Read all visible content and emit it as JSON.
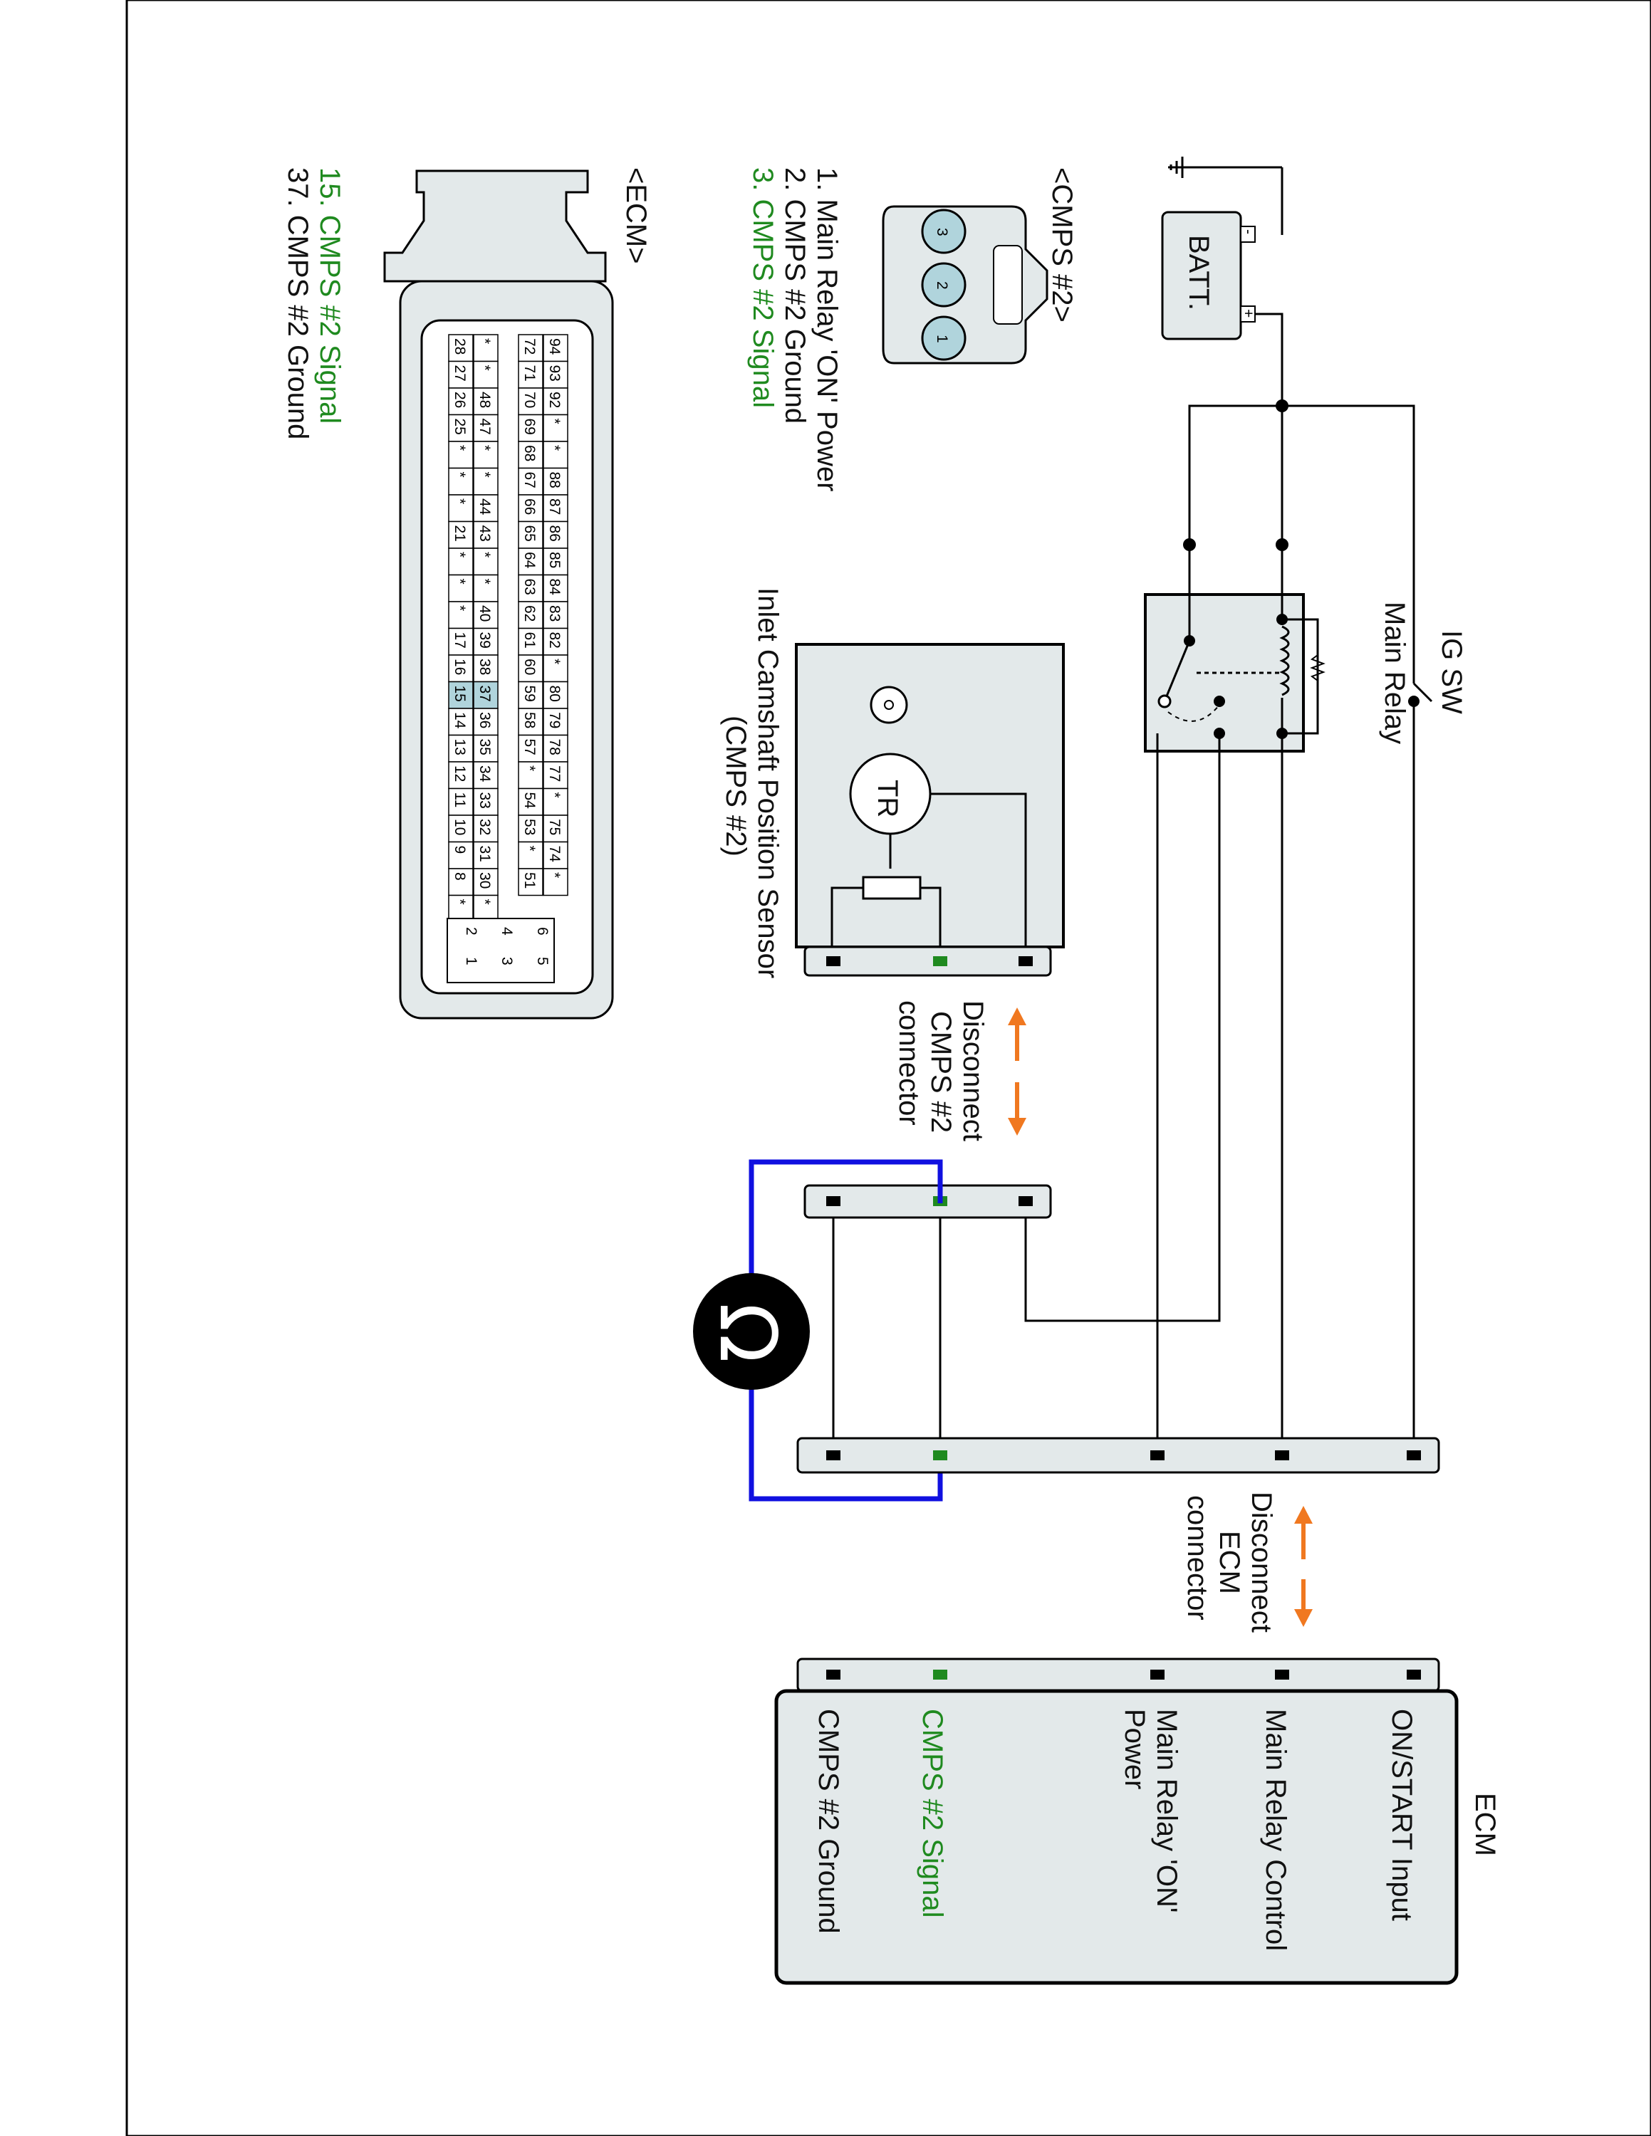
{
  "battery": {
    "label": "BATT.",
    "minus": "-",
    "plus": "+"
  },
  "ig_switch": {
    "label": "IG SW"
  },
  "main_relay": {
    "label": "Main Relay"
  },
  "sensor": {
    "title_line1": "Inlet Camshaft Position Sensor",
    "title_line2": "(CMPS #2)",
    "tr_label": "TR"
  },
  "disconnect_cmps": {
    "line1": "Disconnect",
    "line2": "CMPS #2",
    "line3": "connector"
  },
  "disconnect_ecm": {
    "line1": "Disconnect",
    "line2": "ECM",
    "line3": "connector"
  },
  "ohmmeter": {
    "symbol": "Ω"
  },
  "ecm_box": {
    "title": "ECM",
    "terminals": [
      {
        "lines": [
          "ON/START Input"
        ],
        "highlight": false
      },
      {
        "lines": [
          "Main Relay Control"
        ],
        "highlight": false
      },
      {
        "lines": [
          "Main Relay 'ON'",
          "Power"
        ],
        "highlight": false
      },
      {
        "lines": [
          "CMPS #2 Signal"
        ],
        "highlight": true
      },
      {
        "lines": [
          "CMPS #2 Ground"
        ],
        "highlight": false
      }
    ]
  },
  "cmps_connector": {
    "title": "<CMPS #2>",
    "pins": [
      "3",
      "2",
      "1"
    ],
    "pin_list": [
      {
        "text": "1. Main Relay 'ON' Power",
        "highlight": false
      },
      {
        "text": "2. CMPS #2 Ground",
        "highlight": false
      },
      {
        "text": "3. CMPS #2 Signal",
        "highlight": true
      }
    ]
  },
  "ecm_connector": {
    "title": "<ECM>",
    "pin_list": [
      {
        "text": "15. CMPS #2 Signal",
        "highlight": true
      },
      {
        "text": "37. CMPS #2 Ground",
        "highlight": false
      }
    ],
    "rows": [
      [
        "94",
        "93",
        "92",
        "*",
        "*",
        "88",
        "87",
        "86",
        "85",
        "84",
        "83",
        "82",
        "*",
        "80",
        "79",
        "78",
        "77",
        "*",
        "75",
        "74",
        "*"
      ],
      [
        "72",
        "71",
        "70",
        "69",
        "68",
        "67",
        "66",
        "65",
        "64",
        "63",
        "62",
        "61",
        "60",
        "59",
        "58",
        "57",
        "*",
        "54",
        "53",
        "*",
        "51"
      ],
      [
        "*",
        "*",
        "48",
        "47",
        "*",
        "*",
        "44",
        "43",
        "*",
        "*",
        "40",
        "39",
        "38",
        "37",
        "36",
        "35",
        "34",
        "33",
        "32",
        "31",
        "30",
        "*"
      ],
      [
        "28",
        "27",
        "26",
        "25",
        "*",
        "*",
        "*",
        "21",
        "*",
        "*",
        "*",
        "17",
        "16",
        "15",
        "14",
        "13",
        "12",
        "11",
        "10",
        "9",
        "8",
        "*"
      ]
    ],
    "highlight_pins": [
      "15",
      "37"
    ],
    "small_pins": [
      [
        "6",
        "5"
      ],
      [
        "4",
        "3"
      ],
      [
        "2",
        "1"
      ]
    ]
  }
}
